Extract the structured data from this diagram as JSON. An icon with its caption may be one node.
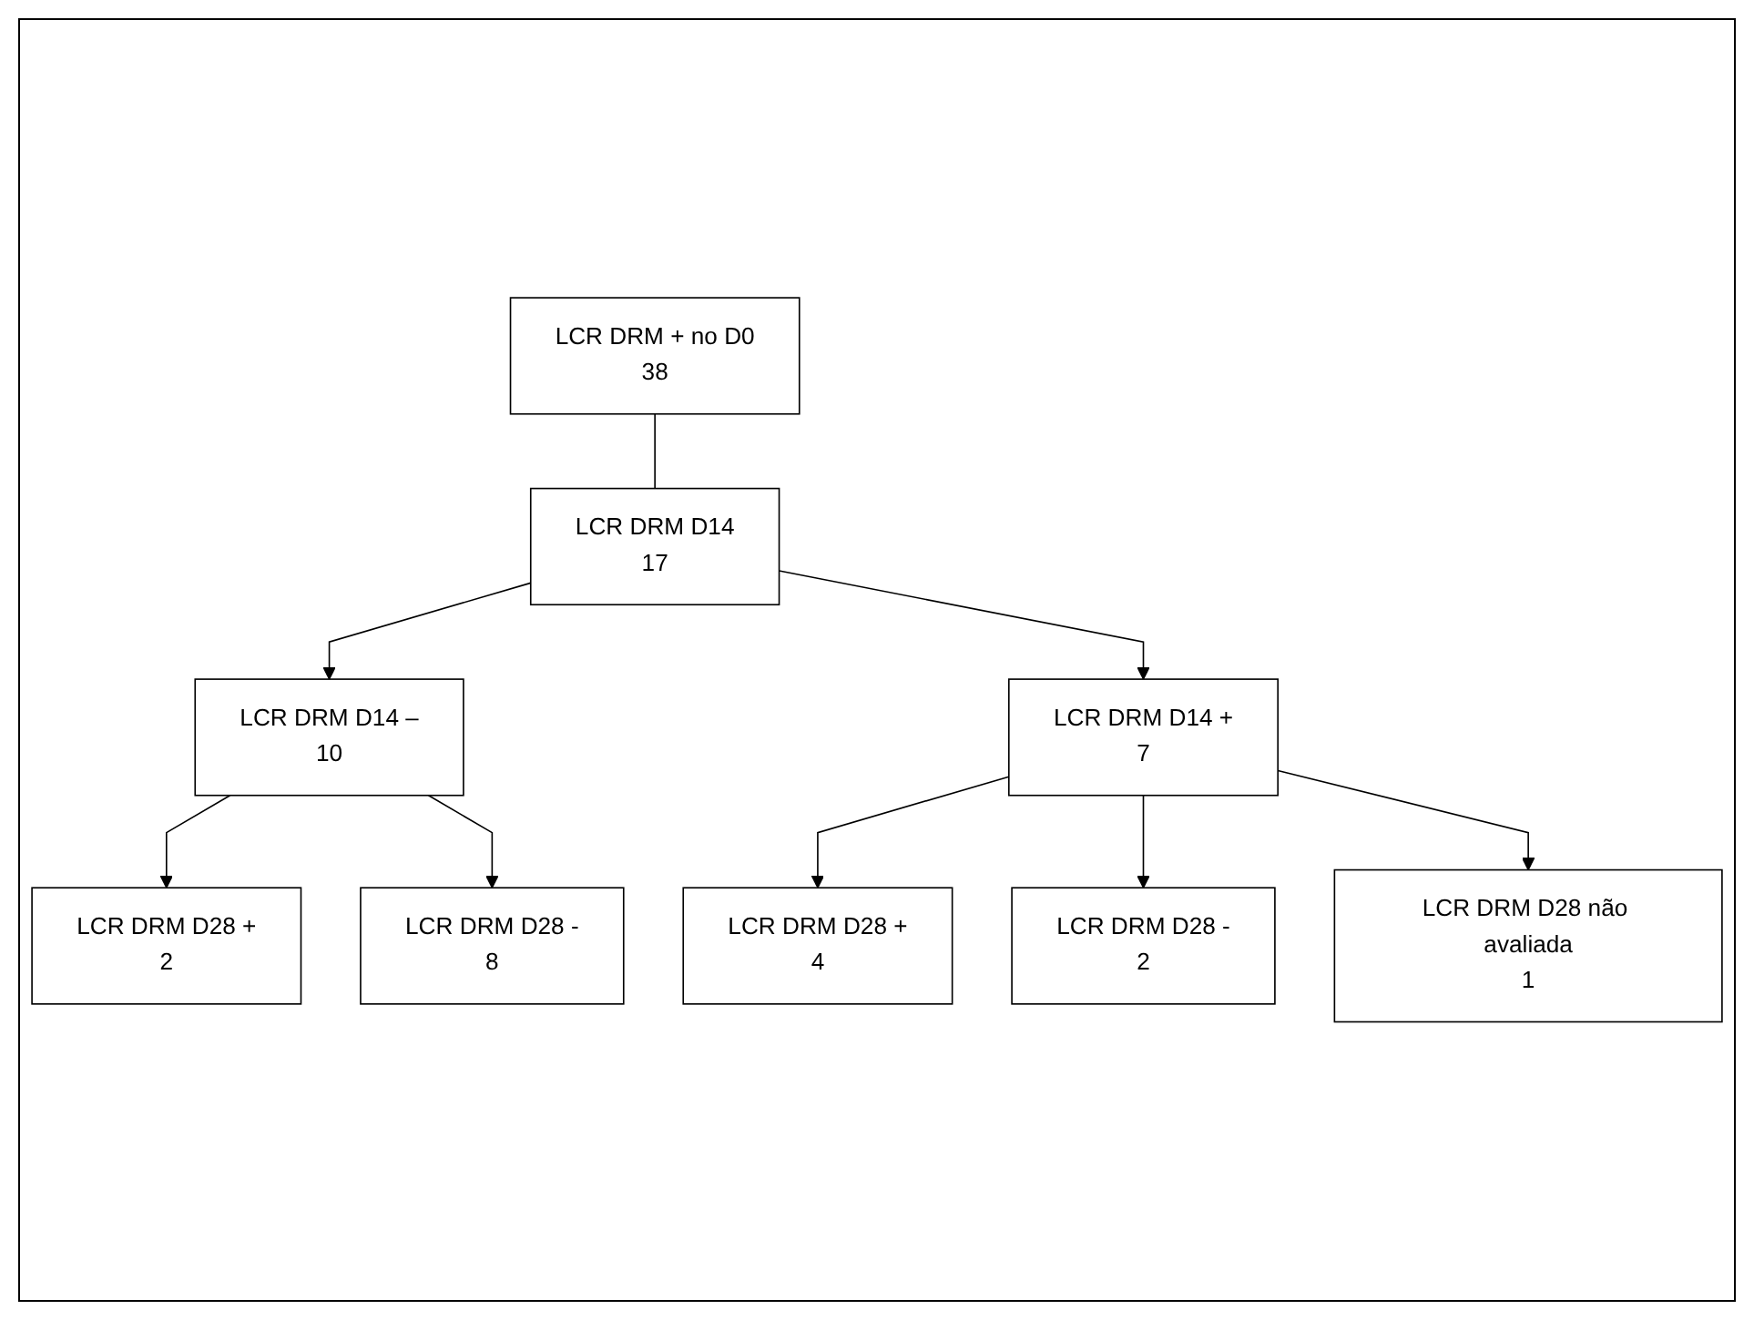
{
  "diagram": {
    "nodes": [
      {
        "text": [
          "LCR DRM + no D0",
          "38"
        ]
      },
      {
        "text": [
          "LCR DRM D14",
          "17"
        ]
      },
      {
        "text": [
          "LCR DRM D14 –",
          "10"
        ]
      },
      {
        "text": [
          "LCR DRM D14 +",
          "7"
        ]
      },
      {
        "text": [
          "LCR DRM D28 +",
          "2"
        ]
      },
      {
        "text": [
          "LCR DRM D28 -",
          "8"
        ]
      },
      {
        "text": [
          "LCR DRM D28 +",
          "4"
        ]
      },
      {
        "text": [
          "LCR DRM D28 -",
          "2"
        ]
      },
      {
        "text": [
          "LCR DRM D28 não avaliada",
          "1"
        ]
      }
    ],
    "edges": [
      {
        "from": 0,
        "to": 1,
        "arrow": "none"
      },
      {
        "from": 1,
        "to": 2,
        "arrow": "to"
      },
      {
        "from": 1,
        "to": 3,
        "arrow": "to"
      },
      {
        "from": 2,
        "to": 4,
        "arrow": "to"
      },
      {
        "from": 2,
        "to": 5,
        "arrow": "to"
      },
      {
        "from": 3,
        "to": 6,
        "arrow": "to"
      },
      {
        "from": 3,
        "to": 7,
        "arrow": "to"
      },
      {
        "from": 3,
        "to": 8,
        "arrow": "to"
      }
    ]
  }
}
